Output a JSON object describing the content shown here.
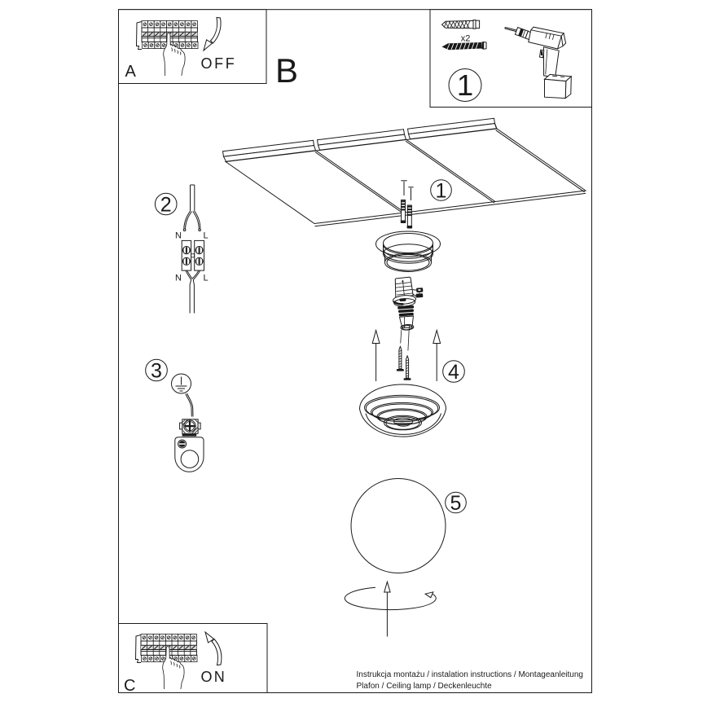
{
  "page": {
    "background": "#ffffff",
    "line_color": "#1a1a1a"
  },
  "panel_a": {
    "label": "A",
    "action": "OFF"
  },
  "section_b": {
    "label": "B"
  },
  "panel_tools": {
    "step_number": "1",
    "quantity": "x2"
  },
  "steps": {
    "ceiling_fixings": "1",
    "wiring": "2",
    "grounding": "3",
    "base_mounting": "4",
    "shade": "5"
  },
  "wiring_labels": {
    "top_n": "N",
    "top_l": "L",
    "bottom_n": "N",
    "bottom_l": "L"
  },
  "panel_c": {
    "label": "C",
    "action": "ON"
  },
  "footer": {
    "line1": "Instrukcja montażu / instalation instructions / Montageanleitung",
    "line2": "Plafon / Ceiling lamp / Deckenleuchte"
  }
}
